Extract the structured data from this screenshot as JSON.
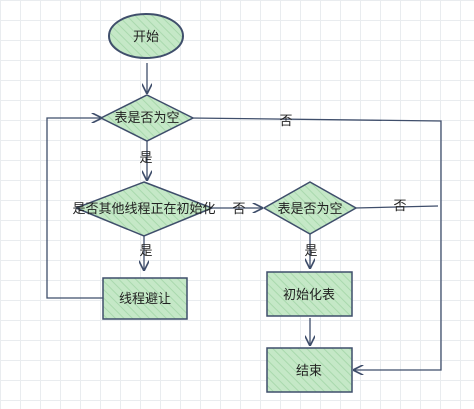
{
  "diagram": {
    "nodes": {
      "start": {
        "text": "开始"
      },
      "check_empty_1": {
        "text": "表是否为空"
      },
      "check_other_thread": {
        "text": "是否其他线程正在初始化"
      },
      "check_empty_2": {
        "text": "表是否为空"
      },
      "thread_yield": {
        "text": "线程避让"
      },
      "init_table": {
        "text": "初始化表"
      },
      "end": {
        "text": "结束"
      }
    },
    "edge_labels": {
      "yes_1": "是",
      "yes_2": "是",
      "yes_3": "是",
      "no_1": "否",
      "no_2": "否",
      "no_3": "否"
    },
    "colors": {
      "shape_fill": "#c5e8c7",
      "stroke": "#3f4e6b",
      "hatch": "#9fd4a4"
    }
  }
}
